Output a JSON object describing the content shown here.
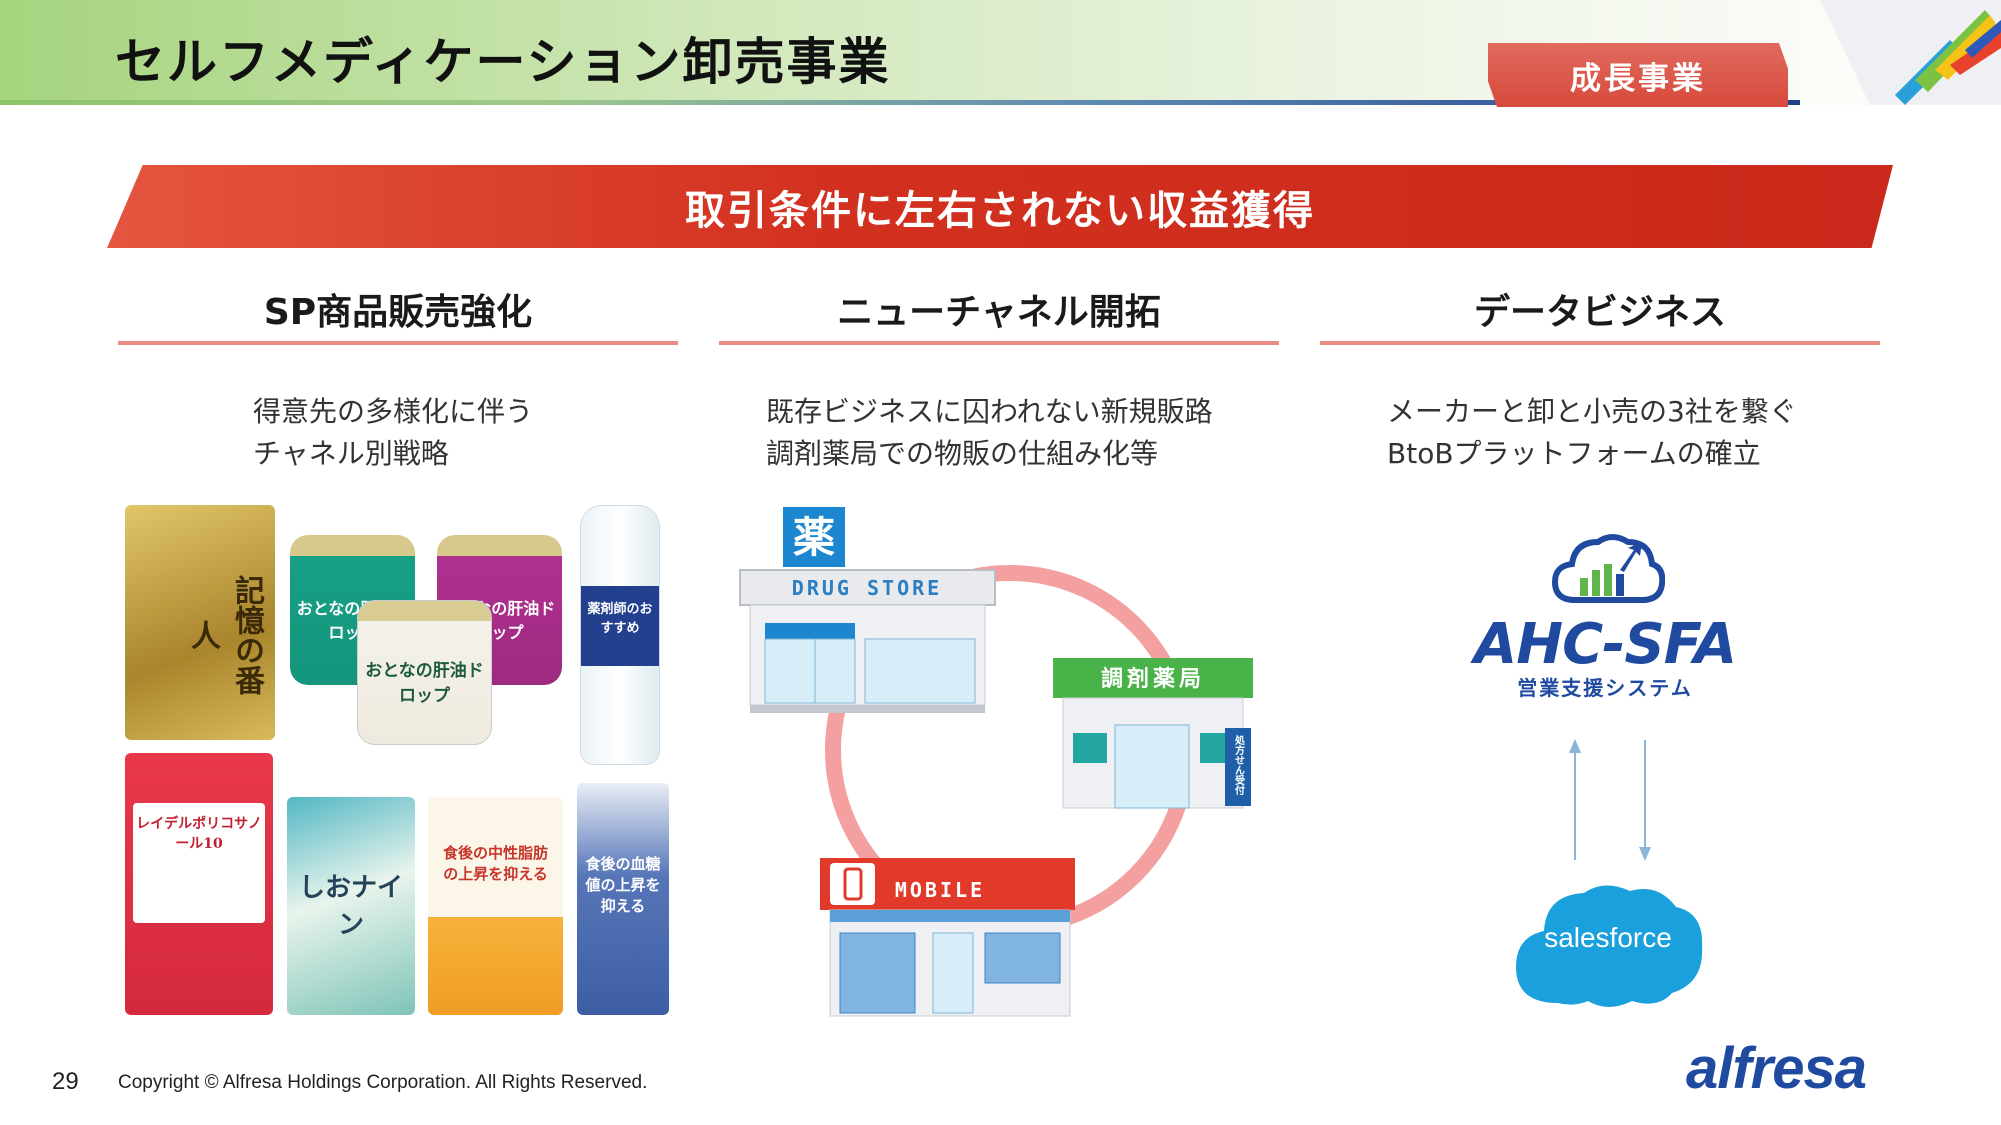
{
  "header": {
    "title": "セルフメディケーション卸売事業",
    "badge": "成長事業"
  },
  "banner": {
    "text": "取引条件に左右されない収益獲得"
  },
  "columns": [
    {
      "heading": "SP商品販売強化",
      "lines": [
        "得意先の多様化に伴う",
        "チャネル別戦略"
      ]
    },
    {
      "heading": "ニューチャネル開拓",
      "lines": [
        "既存ビジネスに囚われない新規販路",
        "調剤薬局での物販の仕組み化等"
      ]
    },
    {
      "heading": "データビジネス",
      "lines": [
        "メーカーと卸と小売の3社を繋ぐ",
        "BtoBプラットフォームの確立"
      ]
    }
  ],
  "products": {
    "labels": [
      "記憶の番人",
      "おとなの肝油ドロップ",
      "おとなの肝油ドロップ",
      "おとなの肝油ドロップ",
      "薬剤師のおすすめ",
      "レイデルポリコサノール10",
      "しおナイン",
      "食後の中性脂肪の上昇を抑える",
      "食後の血糖値の上昇を抑える"
    ]
  },
  "diagram": {
    "drug_store_kanji": "薬",
    "drug_store_label": "DRUG STORE",
    "pharmacy_label": "調剤薬局",
    "pharmacy_side": "処方せん受付",
    "mobile_label": "MOBILE",
    "ring_color": "#f4a0a0"
  },
  "data_business": {
    "system_name": "AHC-SFA",
    "system_sub": "営業支援システム",
    "partner": "salesforce"
  },
  "footer": {
    "page_number": "29",
    "copyright": "Copyright © Alfresa Holdings Corporation. All Rights Reserved.",
    "logo": "alfresa"
  },
  "colors": {
    "accent_red": "#d3311f",
    "rule_pink": "#ea8b82",
    "brand_blue": "#1f4aa0",
    "header_green": "#a6d47e"
  }
}
